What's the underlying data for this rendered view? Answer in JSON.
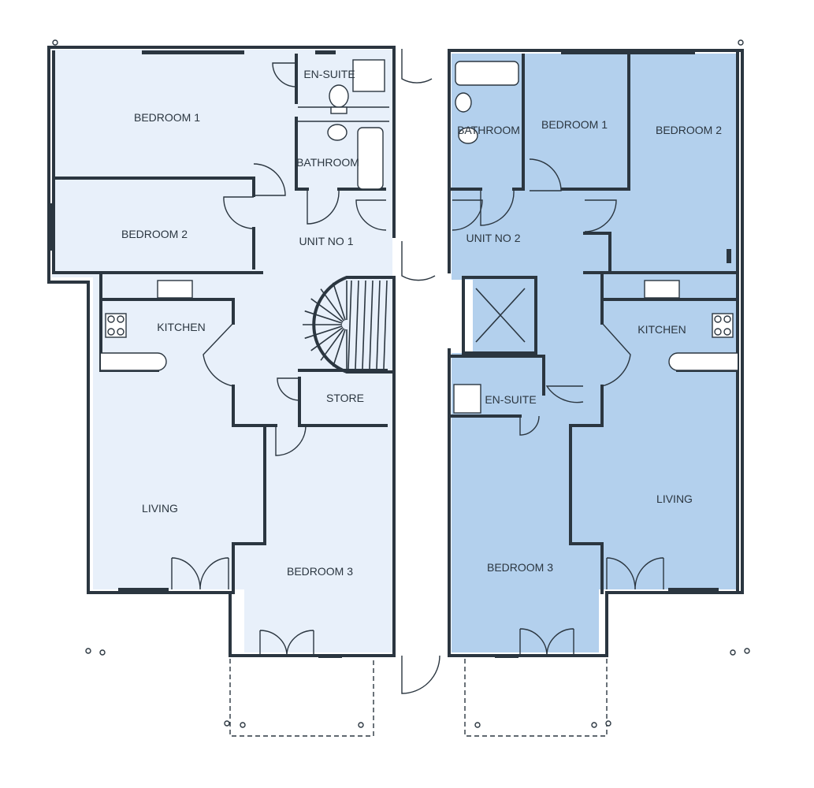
{
  "colors": {
    "unit1_fill": "#e8f0fa",
    "unit2_fill": "#b3d0ed",
    "wall": "#2b3640",
    "background": "#ffffff"
  },
  "unit1": {
    "label": "UNIT NO 1",
    "rooms": {
      "ensuite": "EN-SUITE",
      "bedroom1": "BEDROOM 1",
      "bathroom": "BATHROOM",
      "bedroom2": "BEDROOM 2",
      "kitchen": "KITCHEN",
      "store": "STORE",
      "living": "LIVING",
      "bedroom3": "BEDROOM 3"
    }
  },
  "unit2": {
    "label": "UNIT NO 2",
    "rooms": {
      "bathroom": "BATHROOM",
      "bedroom1": "BEDROOM 1",
      "bedroom2": "BEDROOM 2",
      "kitchen": "KITCHEN",
      "ensuite": "EN-SUITE",
      "living": "LIVING",
      "bedroom3": "BEDROOM 3"
    }
  }
}
